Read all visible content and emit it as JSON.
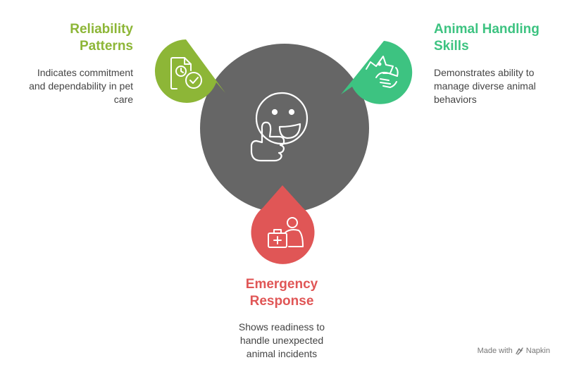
{
  "colors": {
    "center": "#666666",
    "reliability": "#8db637",
    "animal": "#3dc381",
    "emergency": "#e05656",
    "icon_stroke": "#ffffff",
    "desc_text": "#444444"
  },
  "center": {
    "icon": "thumbs-up-smiley-icon"
  },
  "items": {
    "reliability": {
      "title_lines": [
        "Reliability",
        "Patterns"
      ],
      "desc_lines": [
        "Indicates commitment",
        "and dependability in pet",
        "care"
      ],
      "icon": "document-clock-check-icon"
    },
    "animal": {
      "title_lines": [
        "Animal Handling",
        "Skills"
      ],
      "desc_lines": [
        "Demonstrates ability to",
        "manage diverse animal",
        "behaviors"
      ],
      "icon": "hand-dog-icon"
    },
    "emergency": {
      "title_lines": [
        "Emergency",
        "Response"
      ],
      "desc_lines": [
        "Shows readiness to",
        "handle unexpected",
        "animal incidents"
      ],
      "icon": "first-aid-person-icon"
    }
  },
  "footer": {
    "made_with": "Made with",
    "brand": "Napkin",
    "icon": "napkin-logo-icon"
  }
}
